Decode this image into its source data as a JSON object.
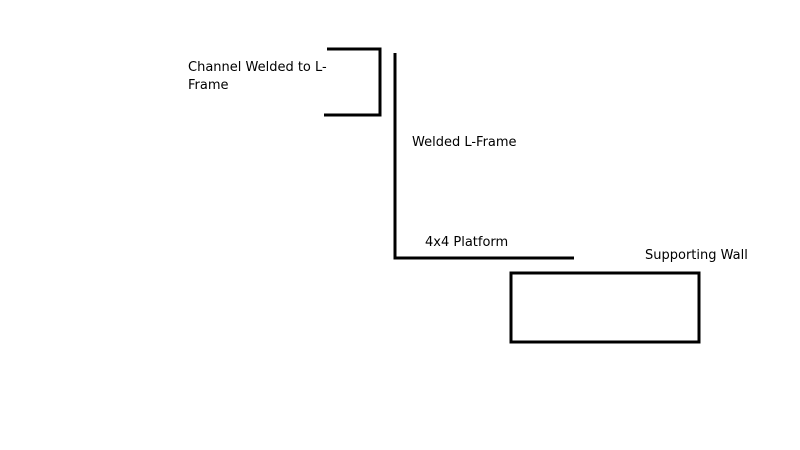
{
  "labels": {
    "channel": "Channel Welded to L-Frame",
    "l_frame": "Welded L-Frame",
    "platform": "4x4 Platform",
    "supporting_wall": "Supporting Wall"
  },
  "colors": {
    "stroke": "#000000",
    "background": "#ffffff"
  }
}
